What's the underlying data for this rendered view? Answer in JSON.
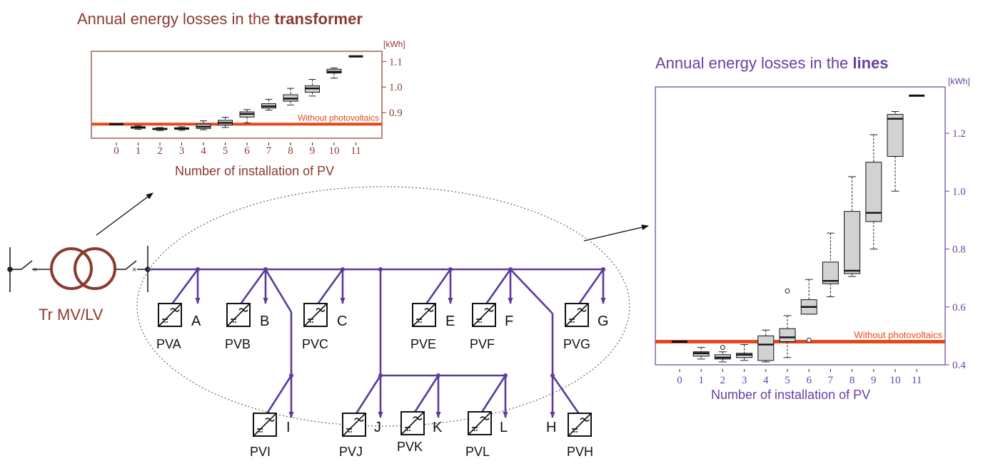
{
  "transformer_chart": {
    "title_prefix": "Annual energy losses in the ",
    "title_bold": "transformer",
    "unit": "[kWh]",
    "xlabel": "Number of installation of PV",
    "reference_label": "Without photovoltaics",
    "color": "#8b3a2e"
  },
  "lines_chart": {
    "title_prefix": "Annual energy losses  in the ",
    "title_bold": "lines",
    "unit": "[kWh]",
    "xlabel": "Number of installation of PV",
    "reference_label": "Without photovoltaics",
    "color": "#6a3fa0"
  },
  "network": {
    "transformer_label": "Tr MV/LV",
    "loads": [
      "A",
      "B",
      "C",
      "E",
      "F",
      "G",
      "I",
      "J",
      "K",
      "L",
      "H"
    ],
    "pv_units": [
      "PVA",
      "PVB",
      "PVC",
      "PVE",
      "PVF",
      "PVG",
      "PVI",
      "PVJ",
      "PVK",
      "PVL",
      "PVH"
    ],
    "line_color": "#5b3a9e",
    "transformer_color": "#8b3a2e"
  },
  "chart_data": [
    {
      "type": "box",
      "title": "Annual energy losses in the transformer",
      "xlabel": "Number of installation of PV",
      "ylabel": "[kWh]",
      "categories": [
        "0",
        "1",
        "2",
        "3",
        "4",
        "5",
        "6",
        "7",
        "8",
        "9",
        "10",
        "11"
      ],
      "yticks": [
        "0.9",
        "1.0",
        "1.1"
      ],
      "ylim": [
        0.8,
        1.14
      ],
      "reference_line": {
        "label": "Without photovoltaics",
        "value": 0.855
      },
      "boxes": [
        {
          "x": "0",
          "min": 0.855,
          "q1": 0.855,
          "median": 0.855,
          "q3": 0.855,
          "max": 0.855
        },
        {
          "x": "1",
          "min": 0.835,
          "q1": 0.839,
          "median": 0.842,
          "q3": 0.845,
          "max": 0.848
        },
        {
          "x": "2",
          "min": 0.83,
          "q1": 0.834,
          "median": 0.836,
          "q3": 0.839,
          "max": 0.842
        },
        {
          "x": "3",
          "min": 0.831,
          "q1": 0.835,
          "median": 0.838,
          "q3": 0.841,
          "max": 0.845
        },
        {
          "x": "4",
          "min": 0.833,
          "q1": 0.838,
          "median": 0.845,
          "q3": 0.855,
          "max": 0.868
        },
        {
          "x": "5",
          "min": 0.842,
          "q1": 0.852,
          "median": 0.86,
          "q3": 0.87,
          "max": 0.882
        },
        {
          "x": "6",
          "min": 0.86,
          "q1": 0.883,
          "median": 0.895,
          "q3": 0.903,
          "max": 0.912
        },
        {
          "x": "7",
          "min": 0.91,
          "q1": 0.918,
          "median": 0.925,
          "q3": 0.935,
          "max": 0.952
        },
        {
          "x": "8",
          "min": 0.93,
          "q1": 0.945,
          "median": 0.955,
          "q3": 0.97,
          "max": 0.995
        },
        {
          "x": "9",
          "min": 0.965,
          "q1": 0.98,
          "median": 0.995,
          "q3": 1.005,
          "max": 1.03
        },
        {
          "x": "10",
          "min": 1.035,
          "q1": 1.055,
          "median": 1.06,
          "q3": 1.07,
          "max": 1.075
        },
        {
          "x": "11",
          "min": 1.12,
          "q1": 1.12,
          "median": 1.12,
          "q3": 1.12,
          "max": 1.12
        }
      ]
    },
    {
      "type": "box",
      "title": "Annual energy losses in the lines",
      "xlabel": "Number of installation of PV",
      "ylabel": "[kWh]",
      "categories": [
        "0",
        "1",
        "2",
        "3",
        "4",
        "5",
        "6",
        "7",
        "8",
        "9",
        "10",
        "11"
      ],
      "yticks": [
        "0.4",
        "0.6",
        "0.8",
        "1.0",
        "1.2"
      ],
      "ylim": [
        0.4,
        1.36
      ],
      "reference_line": {
        "label": "Without photovoltaics",
        "value": 0.48
      },
      "boxes": [
        {
          "x": "0",
          "min": 0.48,
          "q1": 0.48,
          "median": 0.48,
          "q3": 0.48,
          "max": 0.48
        },
        {
          "x": "1",
          "min": 0.42,
          "q1": 0.43,
          "median": 0.44,
          "q3": 0.445,
          "max": 0.46
        },
        {
          "x": "2",
          "min": 0.41,
          "q1": 0.42,
          "median": 0.425,
          "q3": 0.435,
          "max": 0.445,
          "outliers": [
            0.46
          ]
        },
        {
          "x": "3",
          "min": 0.415,
          "q1": 0.425,
          "median": 0.435,
          "q3": 0.44,
          "max": 0.47
        },
        {
          "x": "4",
          "min": 0.41,
          "q1": 0.415,
          "median": 0.47,
          "q3": 0.5,
          "max": 0.52
        },
        {
          "x": "5",
          "min": 0.425,
          "q1": 0.48,
          "median": 0.495,
          "q3": 0.525,
          "max": 0.57,
          "outliers": [
            0.655
          ]
        },
        {
          "x": "6",
          "min": 0.575,
          "q1": 0.575,
          "median": 0.6,
          "q3": 0.625,
          "max": 0.695,
          "outliers": [
            0.485
          ]
        },
        {
          "x": "7",
          "min": 0.635,
          "q1": 0.68,
          "median": 0.69,
          "q3": 0.755,
          "max": 0.855
        },
        {
          "x": "8",
          "min": 0.705,
          "q1": 0.715,
          "median": 0.725,
          "q3": 0.93,
          "max": 1.05
        },
        {
          "x": "9",
          "min": 0.8,
          "q1": 0.895,
          "median": 0.925,
          "q3": 1.1,
          "max": 1.195
        },
        {
          "x": "10",
          "min": 1.0,
          "q1": 1.12,
          "median": 1.25,
          "q3": 1.265,
          "max": 1.275
        },
        {
          "x": "11",
          "min": 1.33,
          "q1": 1.33,
          "median": 1.33,
          "q3": 1.33,
          "max": 1.33
        }
      ]
    }
  ]
}
